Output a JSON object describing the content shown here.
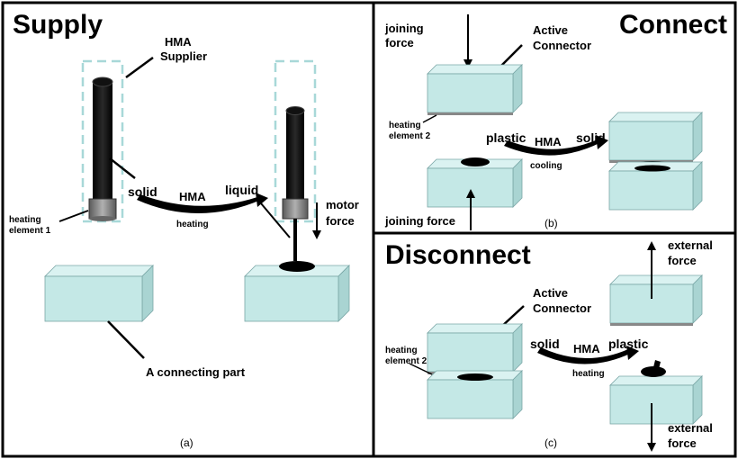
{
  "panels": {
    "supply": {
      "title": "Supply",
      "hma_supplier_line1": "HMA",
      "hma_supplier_line2": "Supplier",
      "solid": "solid",
      "hma": "HMA",
      "liquid": "liquid",
      "heating": "heating",
      "heating_element_line1": "heating",
      "heating_element_line2": "element 1",
      "motor_force_line1": "motor",
      "motor_force_line2": "force",
      "connecting_part": "A connecting part",
      "caption": "(a)"
    },
    "connect": {
      "title": "Connect",
      "joining_force_top_line1": "joining",
      "joining_force_top_line2": "force",
      "active_connector_line1": "Active",
      "active_connector_line2": "Connector",
      "heating_element_line1": "heating",
      "heating_element_line2": "element 2",
      "plastic": "plastic",
      "hma": "HMA",
      "solid": "solid",
      "cooling": "cooling",
      "joining_force_bottom": "joining force",
      "caption": "(b)"
    },
    "disconnect": {
      "title": "Disconnect",
      "active_connector_line1": "Active",
      "active_connector_line2": "Connector",
      "heating_element_line1": "heating",
      "heating_element_line2": "element 2",
      "solid": "solid",
      "hma": "HMA",
      "plastic": "plastic",
      "heating": "heating",
      "external_force_top_line1": "external",
      "external_force_top_line2": "force",
      "external_force_bottom_line1": "external",
      "external_force_bottom_line2": "force",
      "caption": "(c)"
    }
  },
  "colors": {
    "block_face": "#c4e8e6",
    "hma_black": "#000000",
    "dashed_frame": "#a8d8d8",
    "nozzle_gray": "#808080"
  }
}
